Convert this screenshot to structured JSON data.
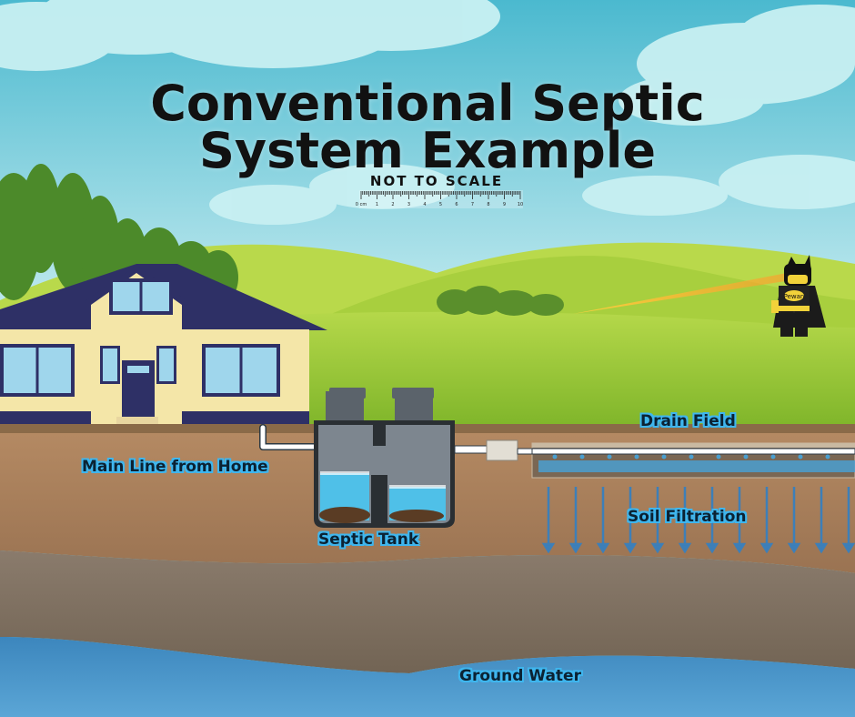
{
  "title": {
    "line1": "Conventional Septic",
    "line2": "System Example",
    "subtitle": "NOT TO SCALE"
  },
  "ruler": {
    "ticks": [
      "0 cm",
      "1",
      "2",
      "3",
      "4",
      "5",
      "6",
      "7",
      "8",
      "9",
      "10"
    ]
  },
  "labels": {
    "main_line": "Main Line from Home",
    "septic_tank": "Septic Tank",
    "drain_field": "Drain Field",
    "soil_filtration": "Soil Filtration",
    "ground_water": "Ground Water"
  },
  "figure": {
    "badge_text": "Pewan"
  },
  "colors": {
    "sky": "#7ed3e6",
    "hills": "#9ccc3a",
    "house_wall": "#f4e6a8",
    "roof": "#2e3066",
    "soil": "#a67f5d",
    "gravel": "#8c7a68",
    "ground_water": "#3d8fc4",
    "tank": "#7d868f",
    "label_outline": "#3fb6ee"
  }
}
